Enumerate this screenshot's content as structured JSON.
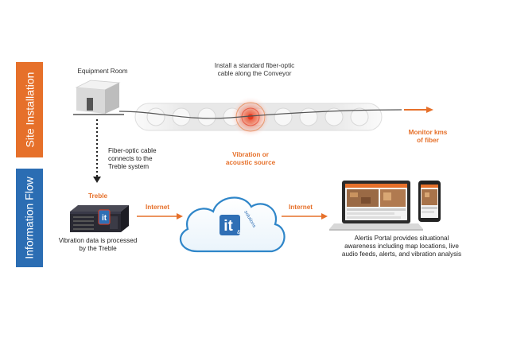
{
  "sections": {
    "site_installation": "Site Installation",
    "information_flow": "Information Flow"
  },
  "labels": {
    "equipment_room": "Equipment Room",
    "install_cable": [
      "Install a standard fiber-optic",
      "cable along the Conveyor"
    ],
    "monitor_kms": [
      "Monitor kms",
      "of fiber"
    ],
    "vibration_source": [
      "Vibration or",
      "acoustic source"
    ],
    "fiber_connect": [
      "Fiber-optic cable",
      "connects to the",
      "Treble system"
    ],
    "treble": "Treble",
    "internet_left": "Internet",
    "internet_right": "Internet",
    "vibration_processed": [
      "Vibration data is processed",
      "by the Treble"
    ],
    "alertis_portal": [
      "Alertis Portal provides situational",
      "awareness including map locations, live",
      "audio feeds, alerts, and vibration analysis"
    ],
    "cloud_logo": "it",
    "cloud_logo_sub": "&",
    "cloud_brand": "solutions"
  },
  "colors": {
    "orange": "#e6702a",
    "blue": "#2b6db3",
    "cloud_stroke": "#2f86c9"
  }
}
